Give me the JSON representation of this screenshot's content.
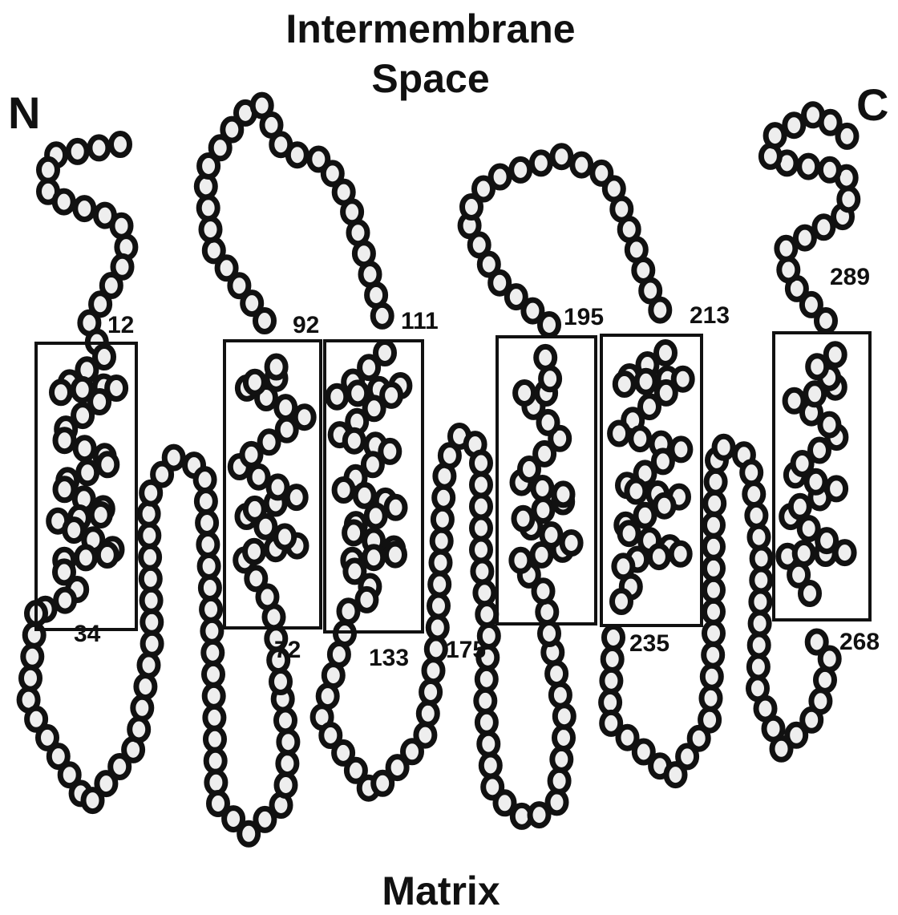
{
  "regions": {
    "top_line1": "Intermembrane",
    "top_line2": "Space",
    "bottom": "Matrix"
  },
  "termini": {
    "n": "N",
    "c": "C"
  },
  "residue_numbers": [
    "12",
    "92",
    "111",
    "195",
    "213",
    "289",
    "34",
    "72",
    "133",
    "175",
    "235",
    "268"
  ],
  "transmembrane_segments": 6,
  "colors": {
    "line": "#111111",
    "residue_fill": "#eeeeee"
  }
}
